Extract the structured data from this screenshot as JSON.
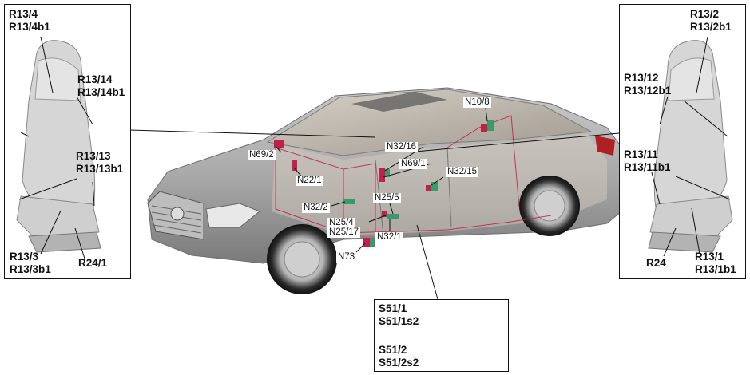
{
  "left_seat": {
    "label_a1": "R13/4",
    "label_a2": "R13/4b1",
    "label_b1": "R13/14",
    "label_b2": "R13/14b1",
    "label_c1": "R13/13",
    "label_c2": "R13/13b1",
    "label_d1": "R13/3",
    "label_d2": "R13/3b1",
    "label_e": "R24/1"
  },
  "right_seat": {
    "label_a1": "R13/2",
    "label_a2": "R13/2b1",
    "label_b1": "R13/12",
    "label_b2": "R13/12b1",
    "label_c1": "R13/11",
    "label_c2": "R13/11b1",
    "label_d": "R24",
    "label_e1": "R13/1",
    "label_e2": "R13/1b1"
  },
  "switch_box": {
    "label_a1": "S51/1",
    "label_a2": "S51/1s2",
    "label_b1": "S51/2",
    "label_b2": "S51/2s2"
  },
  "car_labels": {
    "n10_8": "N10/8",
    "n69_2": "N69/2",
    "n32_16": "N32/16",
    "n69_1": "N69/1",
    "n22_1": "N22/1",
    "n32_15": "N32/15",
    "n32_2": "N32/2",
    "n25_5": "N25/5",
    "n25_4": "N25/4",
    "n25_17": "N25/17",
    "n32_1": "N32/1",
    "n73": "N73"
  },
  "colors": {
    "component_red": "#c0204a",
    "component_green": "#3a9a6a",
    "frame": "#111111",
    "car_body": "#a8a8a8"
  }
}
